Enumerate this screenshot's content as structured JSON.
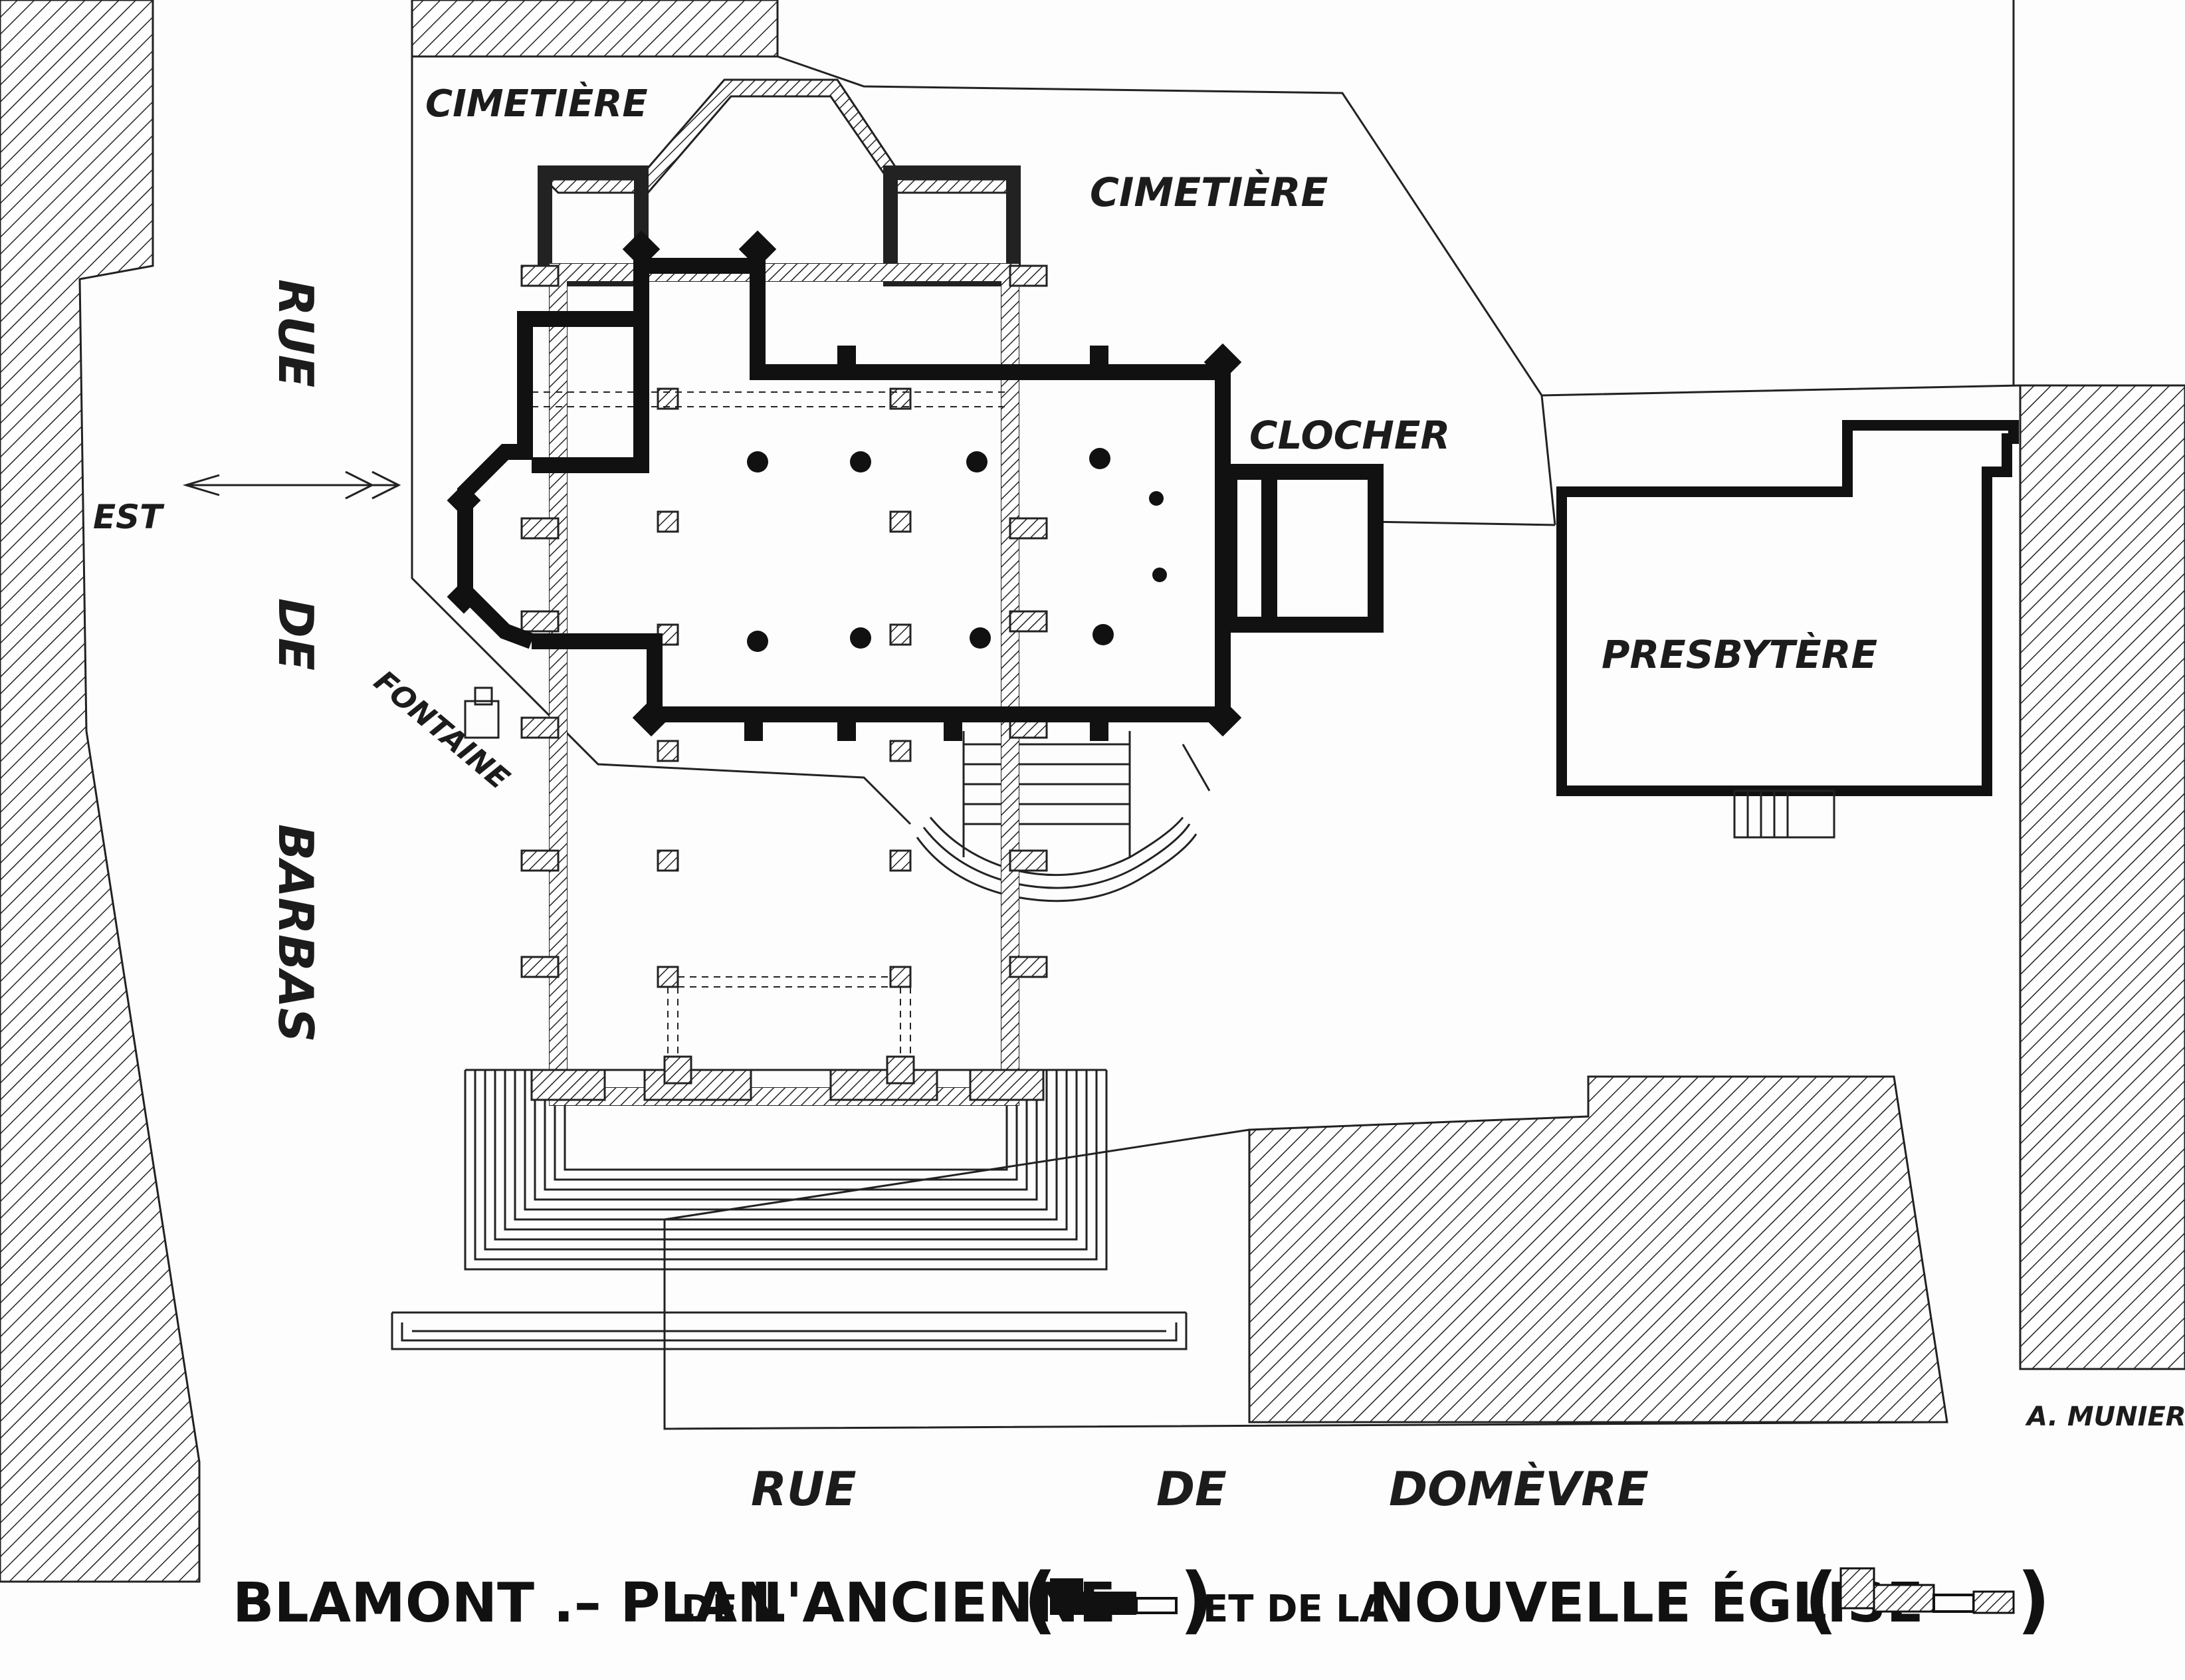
{
  "labels": {
    "cimetiere_left": "CIMETIÈRE",
    "cimetiere_right": "CIMETIÈRE",
    "clocher": "CLOCHER",
    "presbytere": "PRESBYTÈRE",
    "fontaine": "FONTAINE",
    "est": "EST",
    "rue_barbas": [
      "RUE",
      "DE",
      "BARBAS"
    ],
    "rue_domevre": [
      "RUE",
      "DE",
      "DOMÈVRE"
    ],
    "author": "A. MUNIER"
  },
  "title": {
    "part1": "BLAMONT .– PLAN",
    "part2": "DE",
    "part3": "L'ANCIENNE",
    "part4": "ET DE LA",
    "part5": "NOUVELLE ÉGLISE"
  },
  "legend": {
    "old_church": "old church walls: solid black",
    "new_church": "new church walls: hatched"
  },
  "colors": {
    "ink": "#111111",
    "paper": "#fdfdfd"
  }
}
